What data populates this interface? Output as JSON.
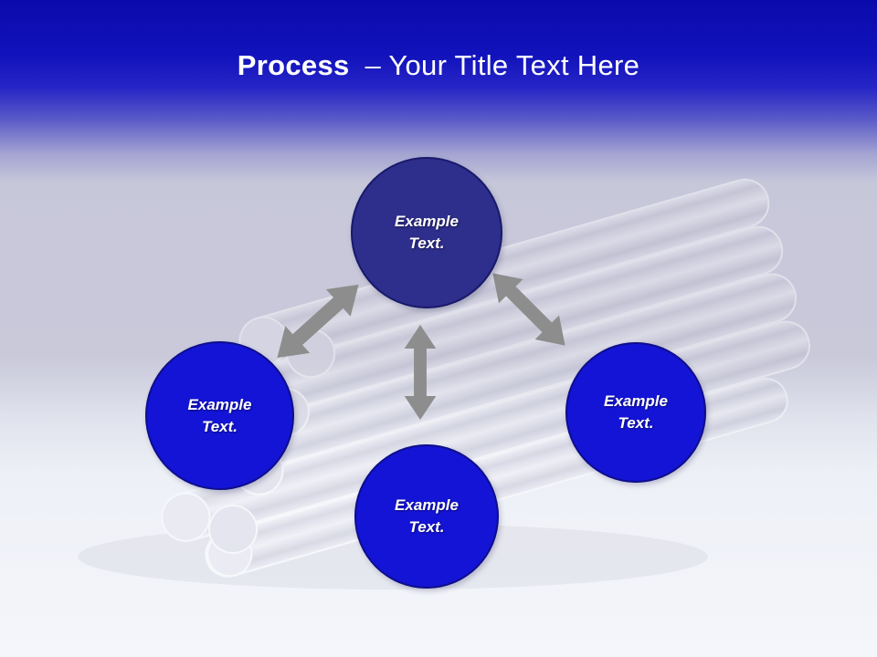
{
  "title": {
    "emphasis": "Process",
    "rest": "– Your Title Text Here"
  },
  "nodes": {
    "top": {
      "line1": "Example",
      "line2": "Text."
    },
    "left": {
      "line1": "Example",
      "line2": "Text."
    },
    "bottom": {
      "line1": "Example",
      "line2": "Text."
    },
    "right": {
      "line1": "Example",
      "line2": "Text."
    }
  },
  "colors": {
    "header_blue": "#0a0aac",
    "background_lavender": "#c7c7da",
    "node_top_fill": "#2e2e8c",
    "node_fill": "#1414d6",
    "arrow_gray": "#8d8d8d"
  }
}
